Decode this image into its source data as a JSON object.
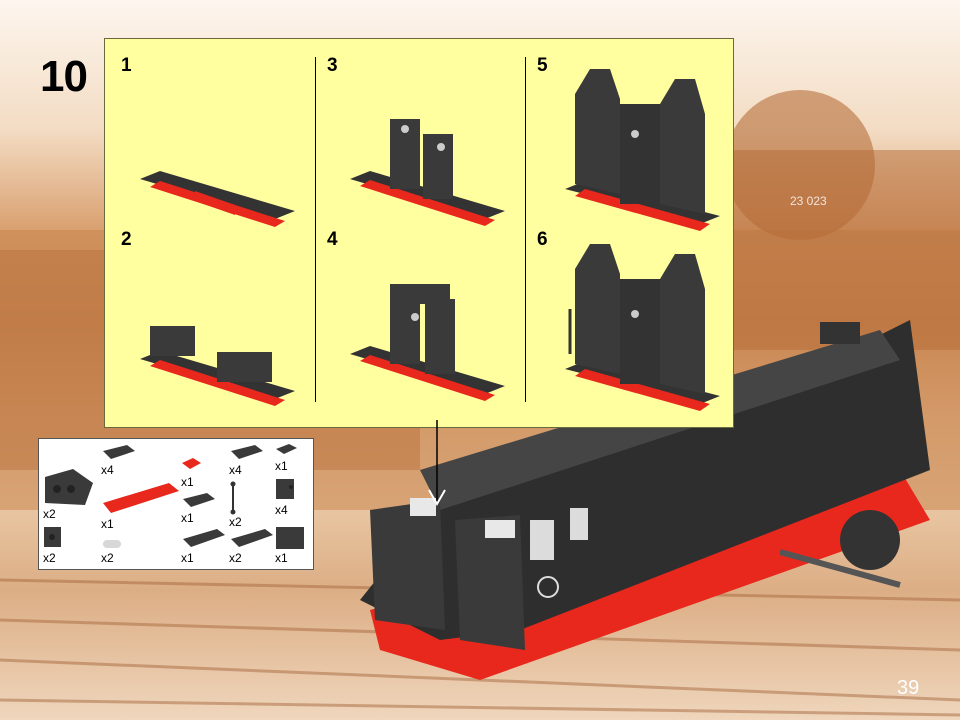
{
  "step": {
    "number": "10"
  },
  "substeps": [
    {
      "label": "1"
    },
    {
      "label": "2"
    },
    {
      "label": "3"
    },
    {
      "label": "4"
    },
    {
      "label": "5"
    },
    {
      "label": "6"
    }
  ],
  "parts_list": [
    {
      "name": "wedge-brick",
      "qty": "x2",
      "color": "#3a3a3a"
    },
    {
      "name": "plate-1x2",
      "qty": "x4",
      "color": "#3a3a3a"
    },
    {
      "name": "plate-1x6",
      "qty": "x1",
      "color": "#e8281c"
    },
    {
      "name": "technic-brick-1x1",
      "qty": "x2",
      "color": "#3a3a3a"
    },
    {
      "name": "pin",
      "qty": "x2",
      "color": "#d8d8d8"
    },
    {
      "name": "plate-1x1",
      "qty": "x1",
      "color": "#e8281c"
    },
    {
      "name": "jumper-plate-1x2",
      "qty": "x1",
      "color": "#3a3a3a"
    },
    {
      "name": "plate-1x3",
      "qty": "x1",
      "color": "#3a3a3a"
    },
    {
      "name": "tile-1x2",
      "qty": "x4",
      "color": "#3a3a3a"
    },
    {
      "name": "bar",
      "qty": "x2",
      "color": "#3a3a3a"
    },
    {
      "name": "plate-1x3b",
      "qty": "x2",
      "color": "#3a3a3a"
    },
    {
      "name": "tile-1x1",
      "qty": "x1",
      "color": "#3a3a3a"
    },
    {
      "name": "headlight-brick",
      "qty": "x4",
      "color": "#3a3a3a"
    },
    {
      "name": "brick-1x2",
      "qty": "x1",
      "color": "#3a3a3a"
    }
  ],
  "background": {
    "loco_number": "23 023"
  },
  "page": {
    "number": "39"
  },
  "colors": {
    "panel": "#ffffa0",
    "brick_dark": "#3a3a3a",
    "brick_red": "#e8281c",
    "sepia": "#c98a58"
  }
}
